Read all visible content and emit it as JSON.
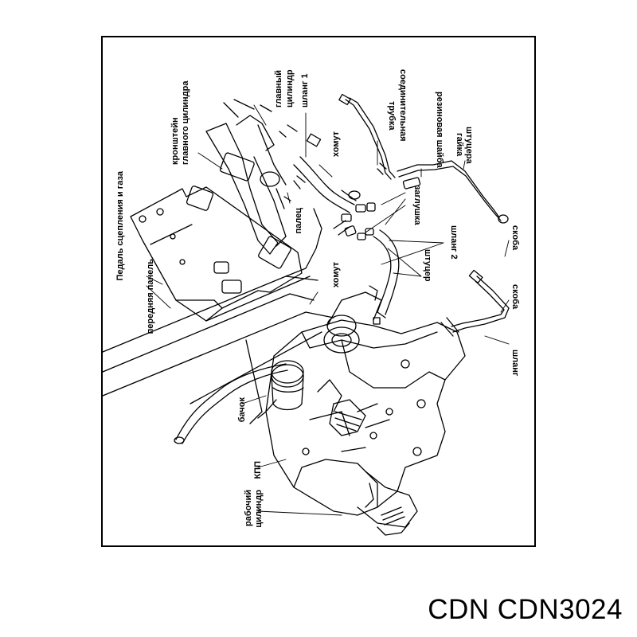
{
  "labels": {
    "glavny_cilindr_1": "главный",
    "glavny_cilindr_2": "цилиндр",
    "shlang1": "шланг 1",
    "soed_trubka_1": "соединительная",
    "soed_trubka_2": "трубка",
    "rezin_shaiba": "резиновая шайба",
    "gaika_1": "гайка",
    "gaika_2": "штуцера",
    "kronshtein_1": "кронштейн",
    "kronshtein_2": "главного цилиндра",
    "homut_top": "хомут",
    "pedal": "Педаль сцепления и газа",
    "zaglushka": "заглушка",
    "palec": "палец",
    "shlang2": "шланг 2",
    "skoba_top": "скоба",
    "shtucer": "штуцер",
    "perednyaya_panel": "передняя панель",
    "homut_mid": "хомут",
    "skoba_bottom": "скоба",
    "shlang": "шланг",
    "bachok": "бачок",
    "kpp": "КПП",
    "rabochy_1": "рабочий",
    "rabochy_2": "цилиндр"
  },
  "caption": "CDN CDN3024"
}
